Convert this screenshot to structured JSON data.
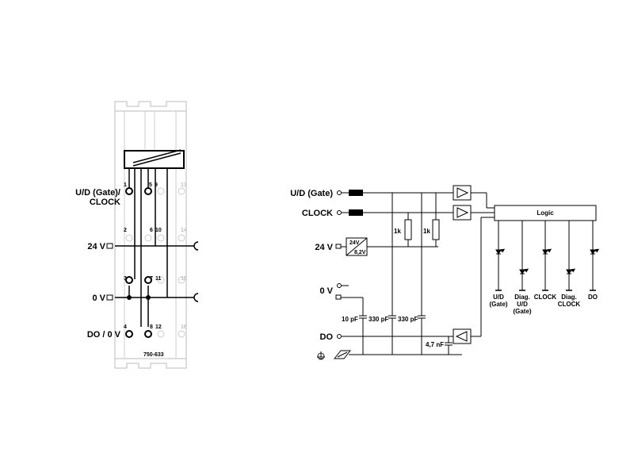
{
  "module": {
    "part_number": "750-633",
    "labels": {
      "ud_gate_clock": [
        "U/D (Gate)/",
        "CLOCK"
      ],
      "v24": "24 V",
      "v0": "0 V",
      "do_0v": "DO / 0 V"
    },
    "terminals": {
      "t1": "1",
      "t2": "2",
      "t3": "3",
      "t4": "4",
      "t5": "5",
      "t6": "6",
      "t7": "7",
      "t8": "8",
      "t9": "9",
      "t10": "10",
      "t11": "11",
      "t12": "12",
      "t13": "13",
      "t14": "14",
      "t15": "15",
      "t16": "16"
    }
  },
  "schematic": {
    "inputs": {
      "ud_gate": "U/D (Gate)",
      "clock": "CLOCK",
      "v24": "24 V",
      "v0": "0 V",
      "do": "DO"
    },
    "resistors": [
      "1k",
      "1k"
    ],
    "capacitors": [
      "10 pF",
      "330 pF",
      "330 pF",
      "4,7 nF"
    ],
    "converter": {
      "in": "24V",
      "out": "8,2V"
    },
    "logic_label": "Logic",
    "leds": [
      [
        "U/D",
        "(Gate)"
      ],
      [
        "Diag.",
        "U/D",
        "(Gate)"
      ],
      [
        "CLOCK"
      ],
      [
        "Diag.",
        "CLOCK"
      ],
      [
        "DO"
      ]
    ]
  }
}
